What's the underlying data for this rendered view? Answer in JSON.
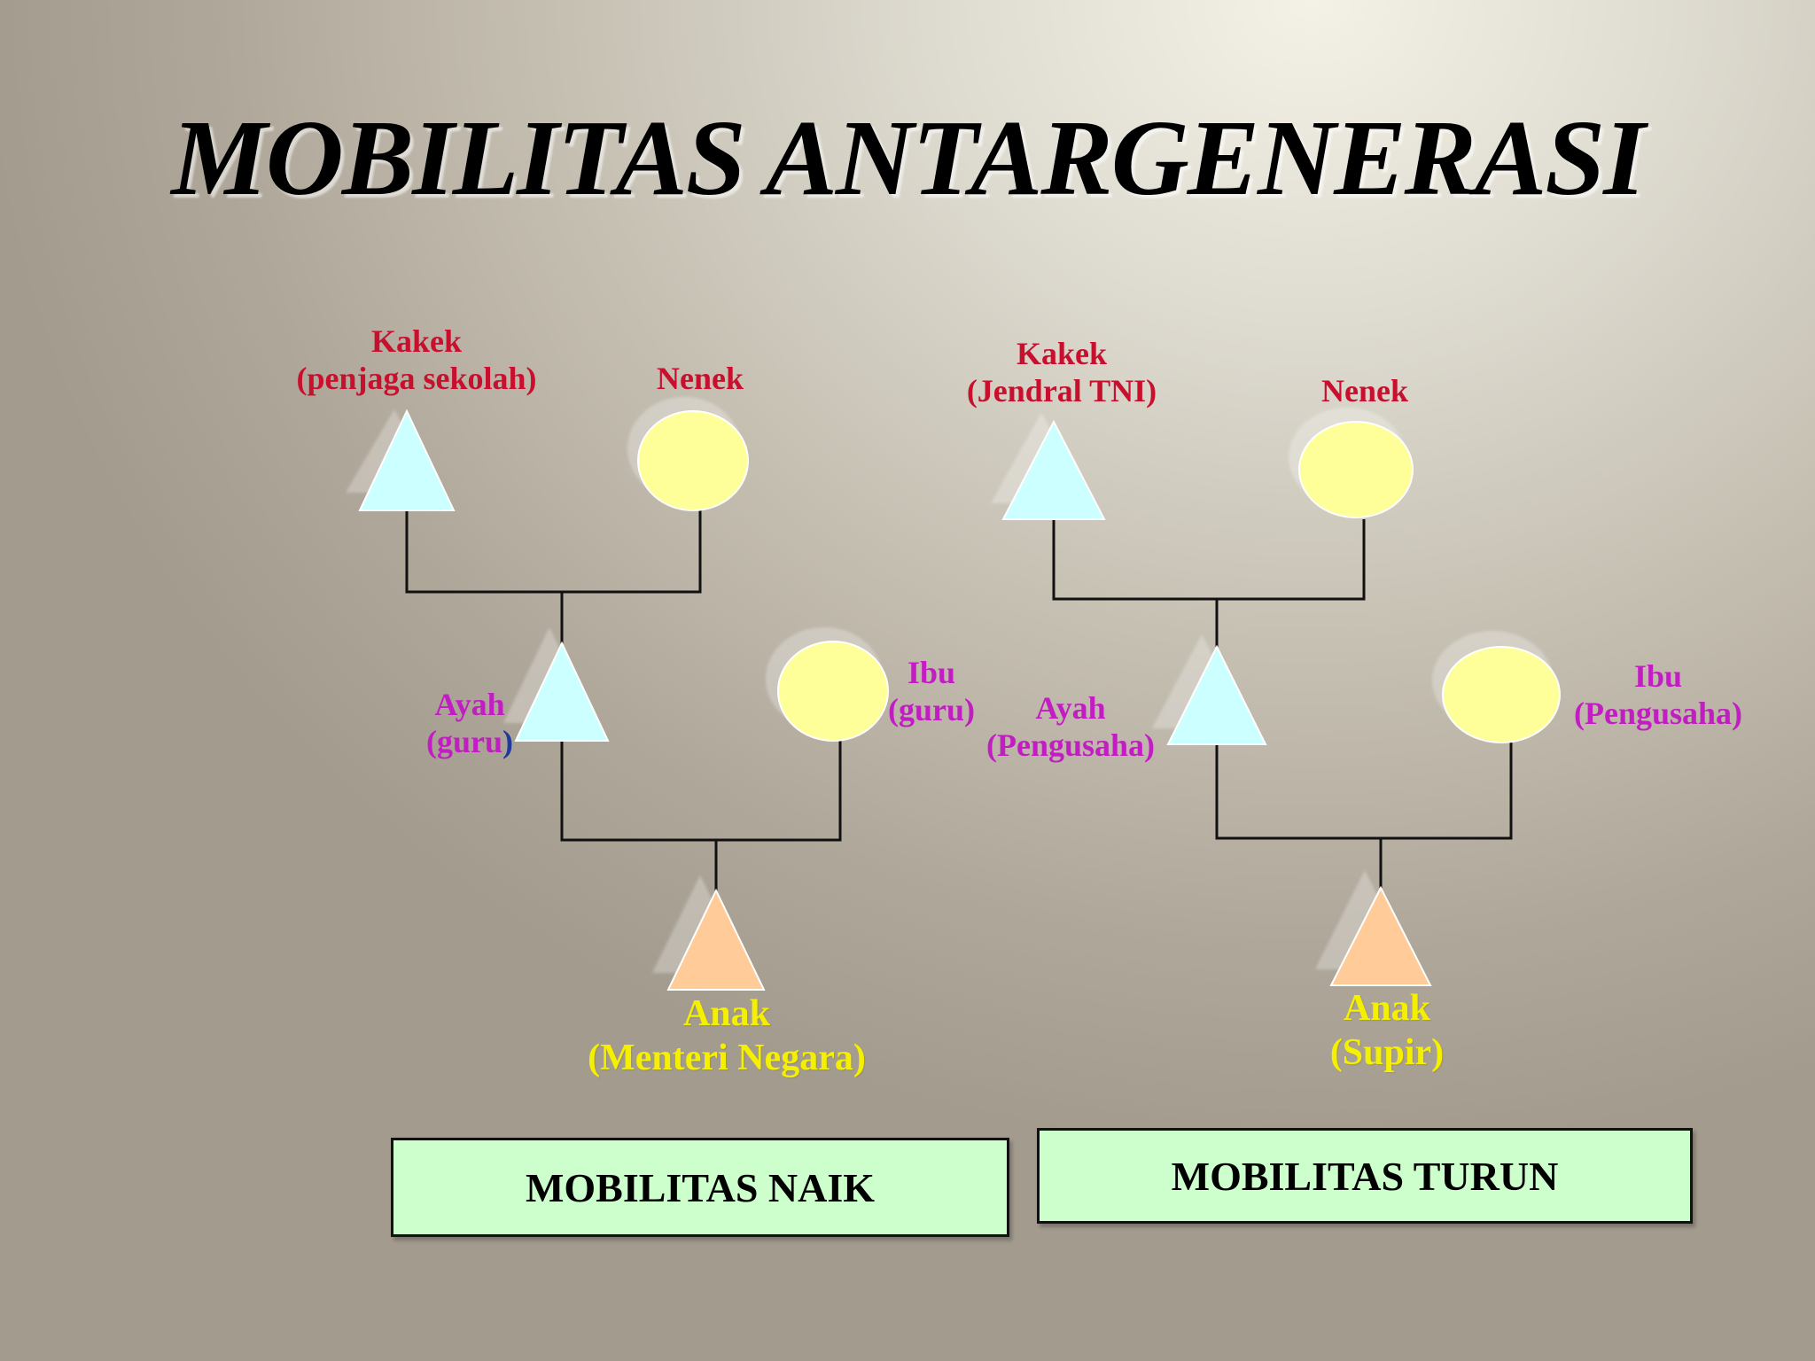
{
  "title": "MOBILITAS ANTARGENERASI",
  "colors": {
    "male_shape": "#ccffff",
    "female_shape": "#ffff99",
    "child_shape": "#ffcc99",
    "grandparent_label": "#c8102e",
    "parent_label": "#c21dc2",
    "child_label": "#f4f000",
    "box_fill": "#ccffcc"
  },
  "left_tree": {
    "kakek": {
      "name": "Kakek",
      "role": "(penjaga sekolah)"
    },
    "nenek": {
      "name": "Nenek"
    },
    "ayah": {
      "name": "Ayah",
      "role_text": "(guru",
      "role_close": ")"
    },
    "ibu": {
      "name": "Ibu",
      "role": "(guru)"
    },
    "anak": {
      "name": "Anak",
      "role": "(Menteri Negara)"
    },
    "box_label": "MOBILITAS NAIK"
  },
  "right_tree": {
    "kakek": {
      "name": "Kakek",
      "role": "(Jendral TNI)"
    },
    "nenek": {
      "name": "Nenek"
    },
    "ayah": {
      "name": "Ayah",
      "role": "(Pengusaha)"
    },
    "ibu": {
      "name": "Ibu",
      "role": "(Pengusaha)"
    },
    "anak": {
      "name": "Anak",
      "role": "(Supir)"
    },
    "box_label": "MOBILITAS TURUN"
  }
}
